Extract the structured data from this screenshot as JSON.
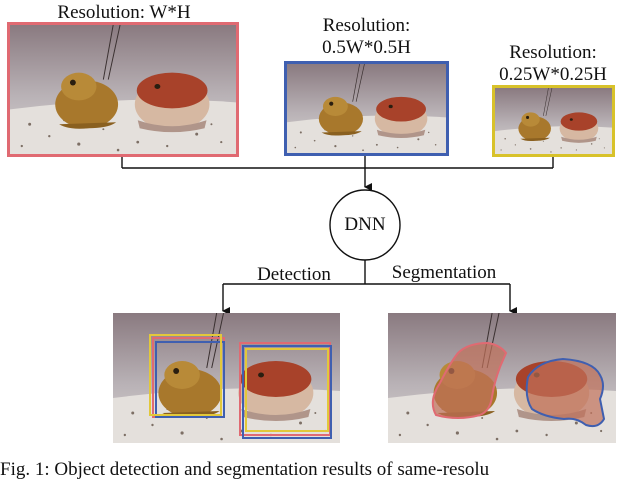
{
  "inputs": [
    {
      "label_line1": "Resolution: W*H",
      "label_line2": "",
      "border_color": "#e06a72"
    },
    {
      "label_line1": "Resolution:",
      "label_line2": "0.5W*0.5H",
      "border_color": "#3f5fb0"
    },
    {
      "label_line1": "Resolution:",
      "label_line2": "0.25W*0.25H",
      "border_color": "#d8c22a"
    }
  ],
  "model": {
    "label": "DNN"
  },
  "branches": {
    "detection_label": "Detection",
    "segmentation_label": "Segmentation"
  },
  "detection_box_colors": [
    "#e06a72",
    "#3f5fb0",
    "#e2c83a"
  ],
  "caption": "Fig. 1: Object detection and segmentation results of same-resolu"
}
